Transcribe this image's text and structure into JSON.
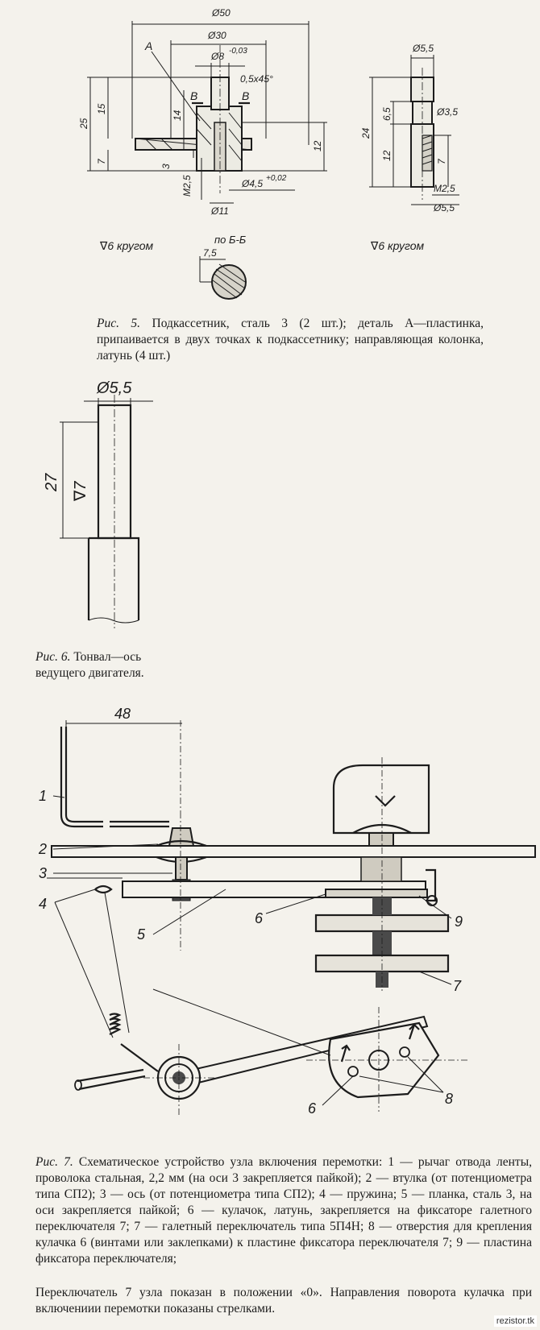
{
  "fig5": {
    "dims_left": {
      "d50": "Ø50",
      "d30": "Ø30",
      "d8": "Ø8",
      "d8_tol": "-0,03",
      "chamfer": "0,5x45°",
      "label_a": "A",
      "label_b1": "B",
      "label_b2": "B",
      "h25": "25",
      "h15": "15",
      "h14": "14",
      "h7": "7",
      "h3": "3",
      "m25": "M2,5",
      "h12": "12",
      "d45": "Ø4,5",
      "d45_tol": "+0,02",
      "d11": "Ø11"
    },
    "dims_right": {
      "d55_top": "Ø5,5",
      "h24": "24",
      "h65": "6,5",
      "d35": "Ø3,5",
      "h12": "12",
      "h7": "7",
      "m25": "M2,5",
      "d55_bot": "Ø5,5"
    },
    "finish_left": "∇6 кругом",
    "finish_right": "∇6 кругом",
    "section_title": "по Б-Б",
    "section_dim": "7,5",
    "caption_fig": "Рис. 5.",
    "caption_text": "Подкассетник, сталь 3 (2 шт.); деталь А—пластинка, припаивается в двух точках к подкассетнику; направляющая колонка, латунь (4 шт.)"
  },
  "fig6": {
    "dia": "Ø5,5",
    "length": "27",
    "finish": "∇7",
    "caption_fig": "Рис. 6.",
    "caption_text": "Тонвал—ось ведущего двигателя."
  },
  "fig7": {
    "dim48": "48",
    "labels": [
      "1",
      "2",
      "3",
      "4",
      "5",
      "6",
      "7",
      "8",
      "9"
    ],
    "caption_fig": "Рис. 7.",
    "caption_text": "Схематическое устройство узла включения перемотки: 1 — рычаг отвода ленты, проволока стальная, 2,2 мм (на оси 3 закрепляется пайкой); 2 — втулка (от потенциометра типа СП2); 3 — ось (от потенциометра типа СП2); 4 — пружина; 5 — планка, сталь 3, на оси закрепляется пайкой; 6 — кулачок, латунь, закрепляется на фиксаторе галетного переключателя 7; 7 — галетный переключатель типа 5П4Н; 8 — отверстия для крепления кулачка 6 (винтами или заклепками) к пластине фиксатора переключателя 7; 9 — пластина фиксатора переключателя;",
    "note": "Переключатель 7 узла показан в положении «0». Направления поворота кулачка при включениии перемотки показаны стрелками."
  },
  "watermark": "rezistor.tk"
}
